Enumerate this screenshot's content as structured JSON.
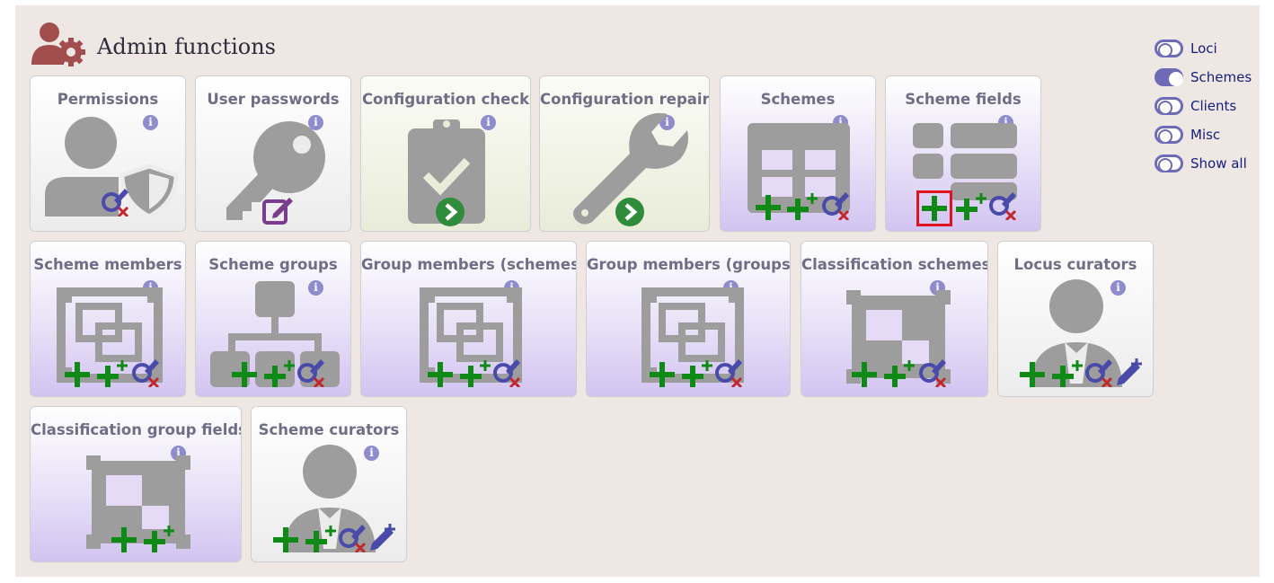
{
  "page": {
    "title": "Admin functions"
  },
  "tiles": [
    {
      "id": "permissions",
      "title": "Permissions"
    },
    {
      "id": "user-passwords",
      "title": "User passwords"
    },
    {
      "id": "configuration-check",
      "title": "Configuration check"
    },
    {
      "id": "configuration-repair",
      "title": "Configuration repair"
    },
    {
      "id": "schemes",
      "title": "Schemes"
    },
    {
      "id": "scheme-fields",
      "title": "Scheme fields"
    },
    {
      "id": "scheme-members",
      "title": "Scheme members"
    },
    {
      "id": "scheme-groups",
      "title": "Scheme groups"
    },
    {
      "id": "group-members-schemes",
      "title": "Group members (schemes)"
    },
    {
      "id": "group-members-groups",
      "title": "Group members (groups)"
    },
    {
      "id": "classification-schemes",
      "title": "Classification schemes"
    },
    {
      "id": "locus-curators",
      "title": "Locus curators"
    },
    {
      "id": "classification-group-fields",
      "title": "Classification group fields"
    },
    {
      "id": "scheme-curators",
      "title": "Scheme curators"
    }
  ],
  "toggles": [
    {
      "label": "Loci",
      "on": false
    },
    {
      "label": "Schemes",
      "on": true
    },
    {
      "label": "Clients",
      "on": false
    },
    {
      "label": "Misc",
      "on": false
    },
    {
      "label": "Show all",
      "on": false
    }
  ],
  "icons": {
    "info": "i",
    "colors": {
      "accent": "#6d6bb5",
      "add_green": "#0f8a17",
      "delete_red": "#c0282d",
      "go_green": "#2f8c3b",
      "edit_purple": "#7a3d8e",
      "grey_icon": "#9d9d9d",
      "highlight": "#e0141e",
      "title_icon": "#a24e4e"
    }
  }
}
